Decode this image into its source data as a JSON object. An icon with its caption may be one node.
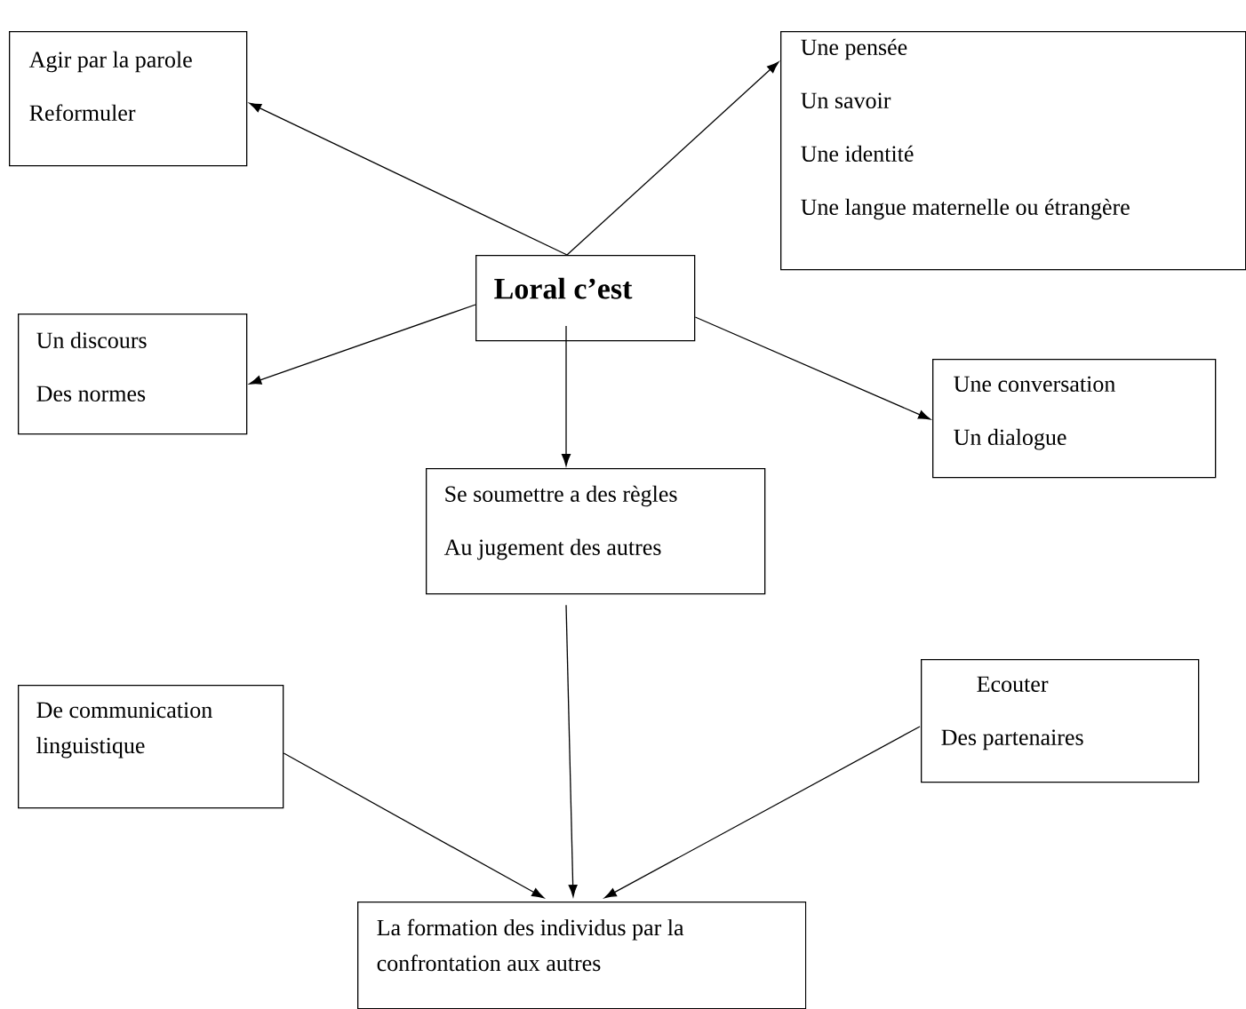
{
  "diagram": {
    "nodes": [
      {
        "text": [
          "Agir par la parole",
          "Reformuler"
        ]
      },
      {
        "text": [
          "Une pensée",
          "Un savoir",
          "Une identité",
          "Une langue maternelle ou étrangère"
        ]
      },
      {
        "text": [
          "Loral c’est"
        ]
      },
      {
        "text": [
          "Un discours",
          "Des normes"
        ]
      },
      {
        "text": [
          "Une conversation",
          "Un dialogue"
        ]
      },
      {
        "text": [
          "Se soumettre a des règles",
          "Au jugement des autres"
        ]
      },
      {
        "text": [
          "De communication linguistique"
        ]
      },
      {
        "text": [
          "Ecouter",
          "Des partenaires"
        ]
      },
      {
        "text": [
          "La formation des individus par la confrontation aux autres"
        ]
      }
    ],
    "edges": [
      {
        "from": 2,
        "to": 0,
        "arrow": "to"
      },
      {
        "from": 2,
        "to": 1,
        "arrow": "to"
      },
      {
        "from": 2,
        "to": 3,
        "arrow": "to"
      },
      {
        "from": 2,
        "to": 4,
        "arrow": "to"
      },
      {
        "from": 2,
        "to": 5,
        "arrow": "to"
      },
      {
        "from": 5,
        "to": 8,
        "arrow": "to"
      },
      {
        "from": 6,
        "to": 8,
        "arrow": "to"
      },
      {
        "from": 7,
        "to": 8,
        "arrow": "to"
      }
    ]
  }
}
